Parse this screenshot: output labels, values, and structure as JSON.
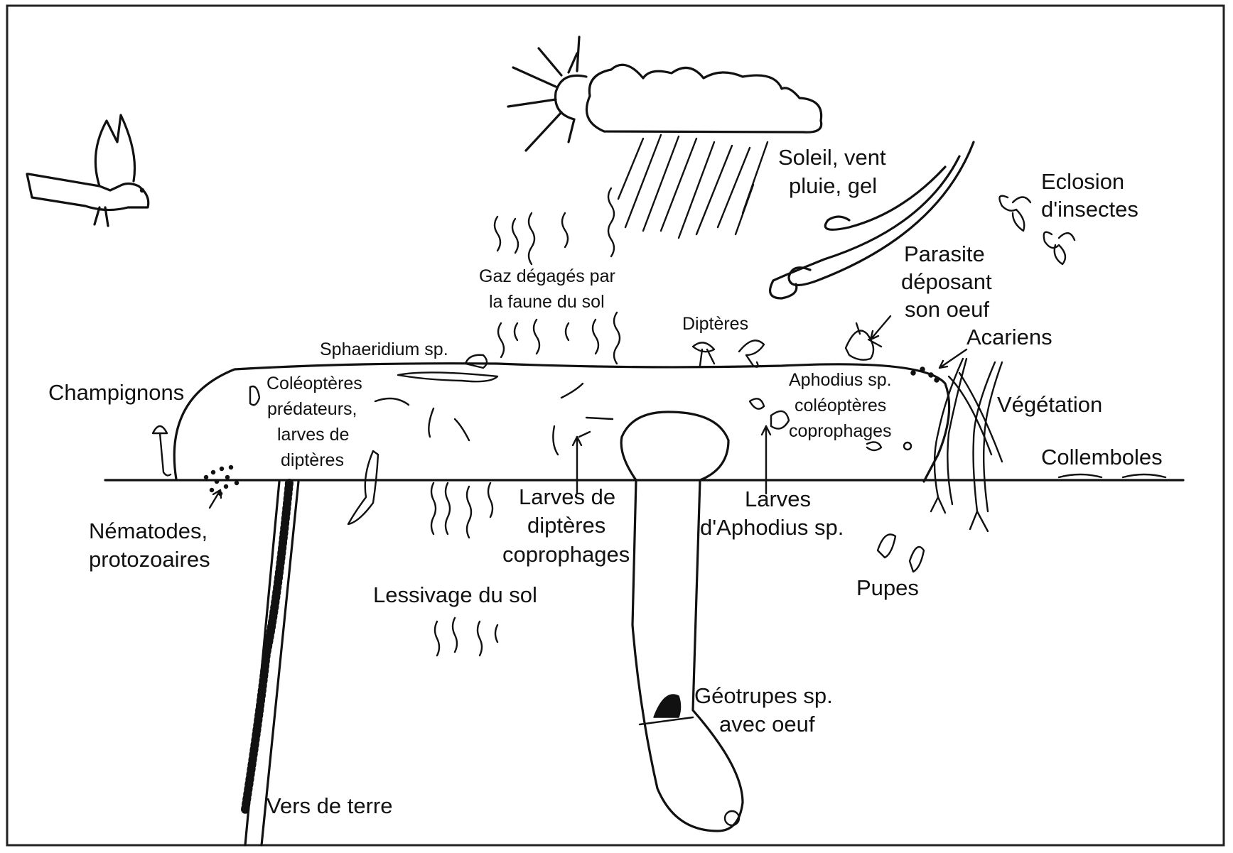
{
  "labels": {
    "soleil": [
      "Soleil, vent",
      "pluie, gel"
    ],
    "eclosion": [
      "Eclosion",
      "d'insectes"
    ],
    "parasite": [
      "Parasite",
      "déposant",
      "son oeuf"
    ],
    "acariens": "Acariens",
    "gaz": [
      "Gaz dégagés par",
      "la faune du sol"
    ],
    "dipteres": "Diptères",
    "sphaeridium": "Sphaeridium sp.",
    "champignons": "Champignons",
    "coleopteres_predateurs": [
      "Coléoptères",
      "prédateurs,",
      "larves de",
      "diptères"
    ],
    "aphodius": [
      "Aphodius sp.",
      "coléoptères",
      "coprophages"
    ],
    "vegetation": "Végétation",
    "collemboles": "Collemboles",
    "nematodes": [
      "Nématodes,",
      "protozoaires"
    ],
    "larves_dipteres": [
      "Larves de",
      "diptères",
      "coprophages"
    ],
    "larves_aphodius": [
      "Larves",
      "d'Aphodius sp."
    ],
    "pupes": "Pupes",
    "lessivage": "Lessivage du sol",
    "geotrupes": [
      "Géotrupes sp.",
      "avec oeuf"
    ],
    "vers_de_terre": "Vers de terre"
  },
  "colors": {
    "ink": "#111111",
    "background": "#ffffff"
  }
}
